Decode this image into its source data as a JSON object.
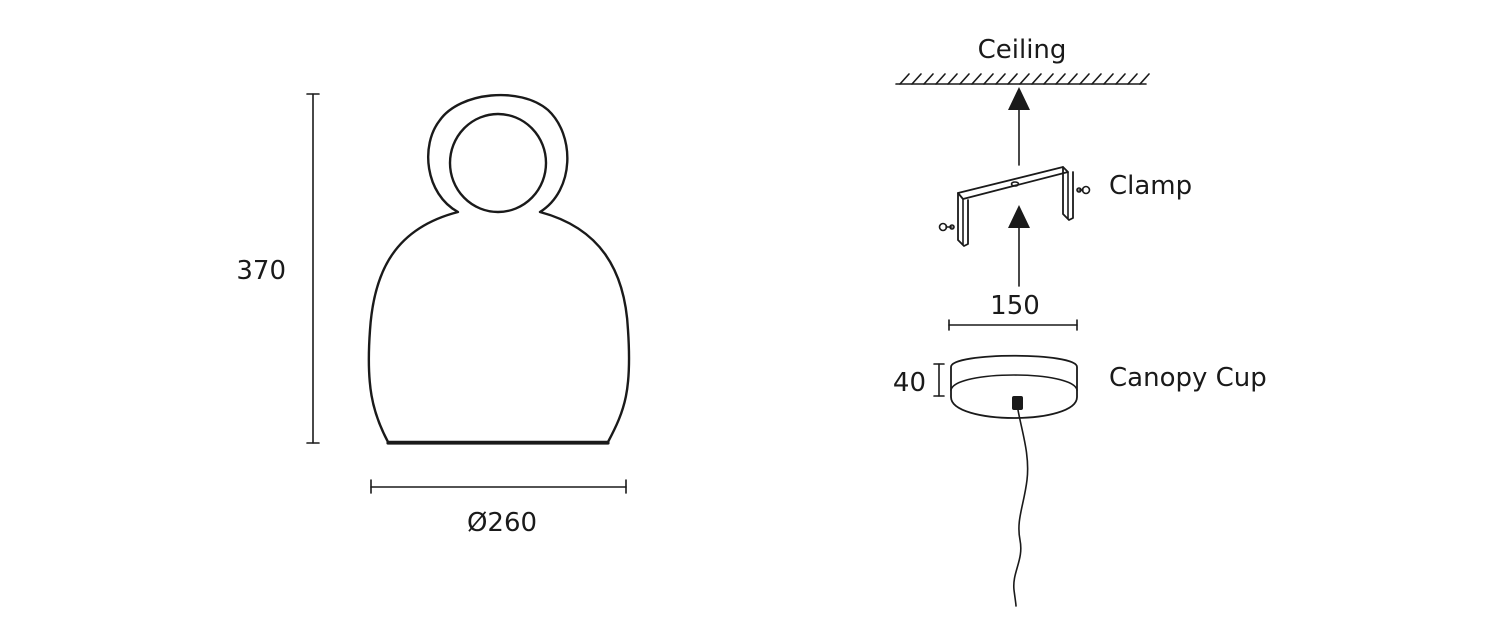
{
  "lamp": {
    "height_label": "370",
    "width_label": "Ø260"
  },
  "mounting": {
    "ceiling_label": "Ceiling",
    "clamp_label": "Clamp",
    "canopy_label": "Canopy Cup",
    "canopy_width_label": "150",
    "canopy_height_label": "40"
  },
  "colors": {
    "line": "#1a1a1a",
    "background": "#ffffff"
  }
}
